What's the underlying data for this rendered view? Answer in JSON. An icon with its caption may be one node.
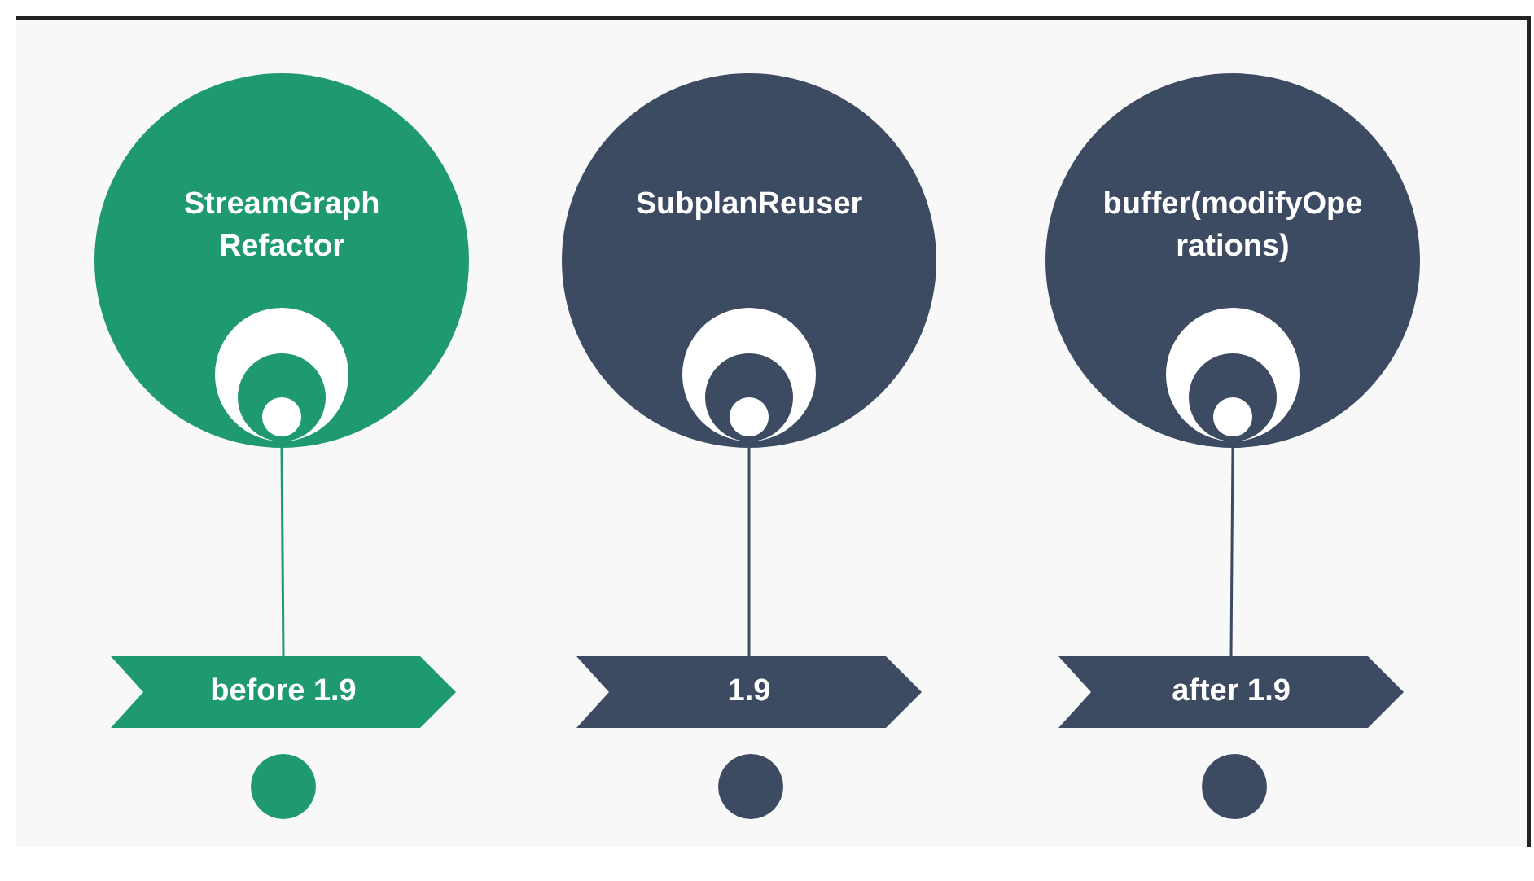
{
  "diagram": {
    "nodes": [
      {
        "text": [
          "StreamGraph Refactor"
        ]
      },
      {
        "text": [
          "SubplanReuser"
        ]
      },
      {
        "text": [
          "buffer(modifyOperations)"
        ]
      },
      {
        "text": [
          "before 1.9"
        ]
      },
      {
        "text": [
          "1.9"
        ]
      },
      {
        "text": [
          "after 1.9"
        ]
      },
      {
        "text": [],
        "shape": "circle"
      },
      {
        "text": [],
        "shape": "circle"
      },
      {
        "text": [],
        "shape": "circle"
      }
    ],
    "edges": [
      {
        "from": 0,
        "to": 3,
        "arrow": "none"
      },
      {
        "from": 1,
        "to": 4,
        "arrow": "none"
      },
      {
        "from": 2,
        "to": 5,
        "arrow": "none"
      }
    ]
  }
}
